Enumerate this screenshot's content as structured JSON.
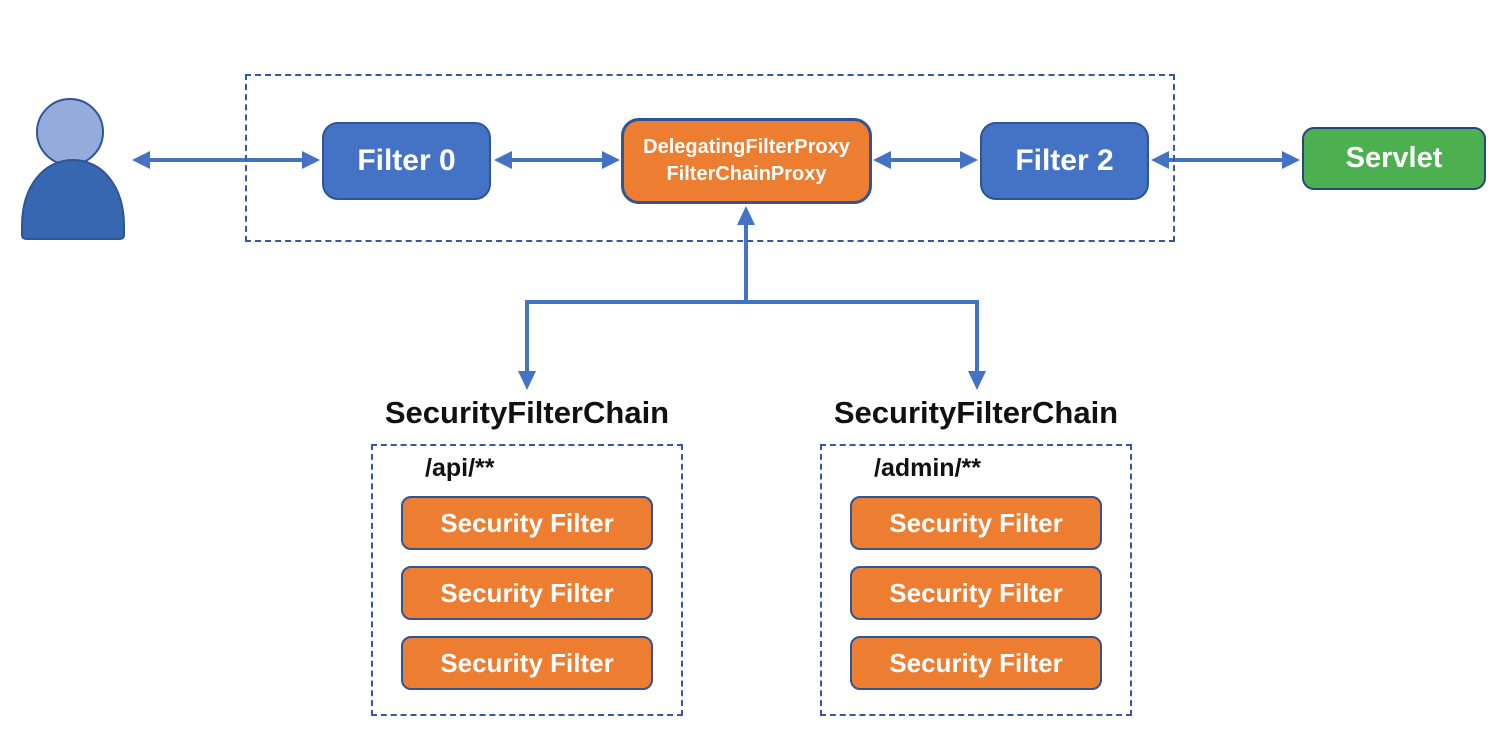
{
  "colors": {
    "box_blue": "#4472C4",
    "box_blue_border": "#2F5597",
    "box_orange": "#ED7D31",
    "box_green": "#4CAF50",
    "arrow_blue": "#4472C4",
    "dashed_border_blue": "#3458A4",
    "person_head": "#94ABDB",
    "person_body": "#3767B1",
    "box_text": "#FFFFFF",
    "title_text": "#111111"
  },
  "diagram": {
    "filter0": {
      "label": "Filter 0"
    },
    "proxy": {
      "line1": "DelegatingFilterProxy",
      "line2": "FilterChainProxy"
    },
    "filter2": {
      "label": "Filter 2"
    },
    "servlet": {
      "label": "Servlet"
    },
    "chains": [
      {
        "title": "SecurityFilterChain",
        "pattern": "/api/**",
        "filters": [
          "Security Filter",
          "Security Filter",
          "Security Filter"
        ]
      },
      {
        "title": "SecurityFilterChain",
        "pattern": "/admin/**",
        "filters": [
          "Security Filter",
          "Security Filter",
          "Security Filter"
        ]
      }
    ]
  }
}
